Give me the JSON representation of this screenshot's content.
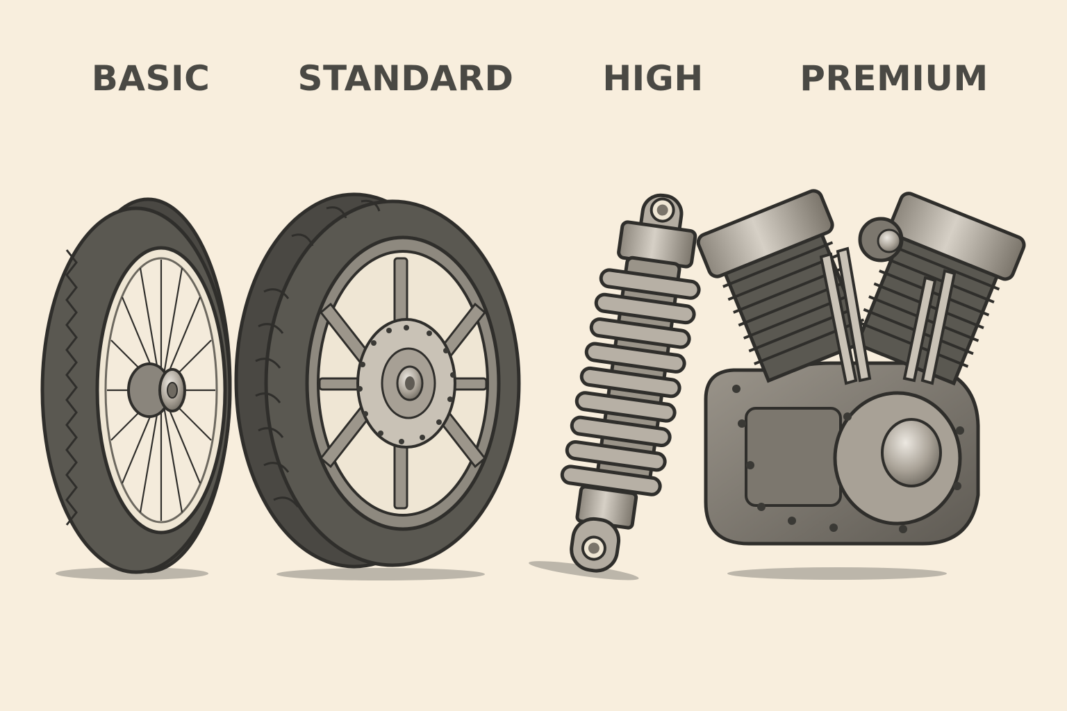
{
  "tiers": [
    {
      "label": "BASIC",
      "icon": "spoke-wheel-icon"
    },
    {
      "label": "STANDARD",
      "icon": "alloy-wheel-icon"
    },
    {
      "label": "HIGH",
      "icon": "shock-absorber-icon"
    },
    {
      "label": "PREMIUM",
      "icon": "v-twin-engine-icon"
    }
  ],
  "colors": {
    "background": "#f8eedd",
    "label": "#4a4944",
    "outline": "#2f2e2b",
    "tire": "#58564f",
    "metal": "#b3aca1",
    "shadow": "#bcb6aa"
  }
}
